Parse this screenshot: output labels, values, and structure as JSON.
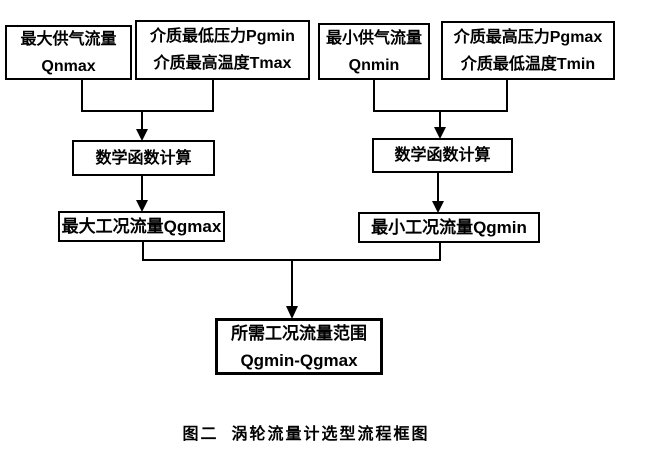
{
  "diagram": {
    "background": "#ffffff",
    "line_color": "#000000",
    "boxes": {
      "qnmax": {
        "line1": "最大供气流量",
        "line2": "Qnmax"
      },
      "pgmin_tmax": {
        "line1": "介质最低压力Pgmin",
        "line2": "介质最高温度Tmax"
      },
      "qnmin": {
        "line1": "最小供气流量",
        "line2": "Qnmin"
      },
      "pgmax_tmin": {
        "line1": "介质最高压力Pgmax",
        "line2": "介质最低温度Tmin"
      },
      "calc_left": {
        "label": "数学函数计算"
      },
      "calc_right": {
        "label": "数学函数计算"
      },
      "qgmax": {
        "label": "最大工况流量Qgmax"
      },
      "qgmin": {
        "label": "最小工况流量Qgmin"
      },
      "result": {
        "line1": "所需工况流量范围",
        "line2": "Qgmin-Qgmax"
      }
    },
    "caption": "图二  涡轮流量计选型流程框图"
  }
}
